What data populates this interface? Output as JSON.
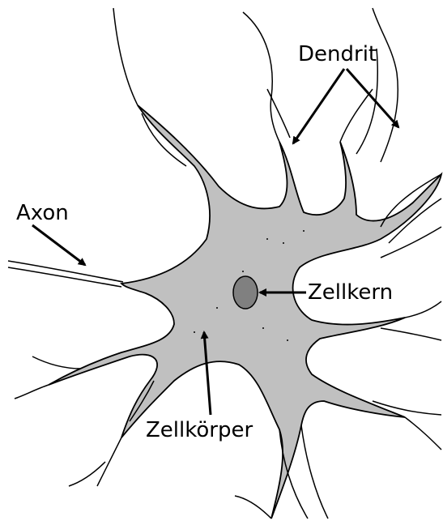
{
  "labels": {
    "dendrit": "Dendrit",
    "axon": "Axon",
    "zellkern": "Zellkern",
    "zellkoerper": "Zellkörper"
  },
  "colors": {
    "cell_fill": "#c0c0c0",
    "nucleus_fill": "#808080",
    "outline": "#000000",
    "background": "#ffffff"
  }
}
